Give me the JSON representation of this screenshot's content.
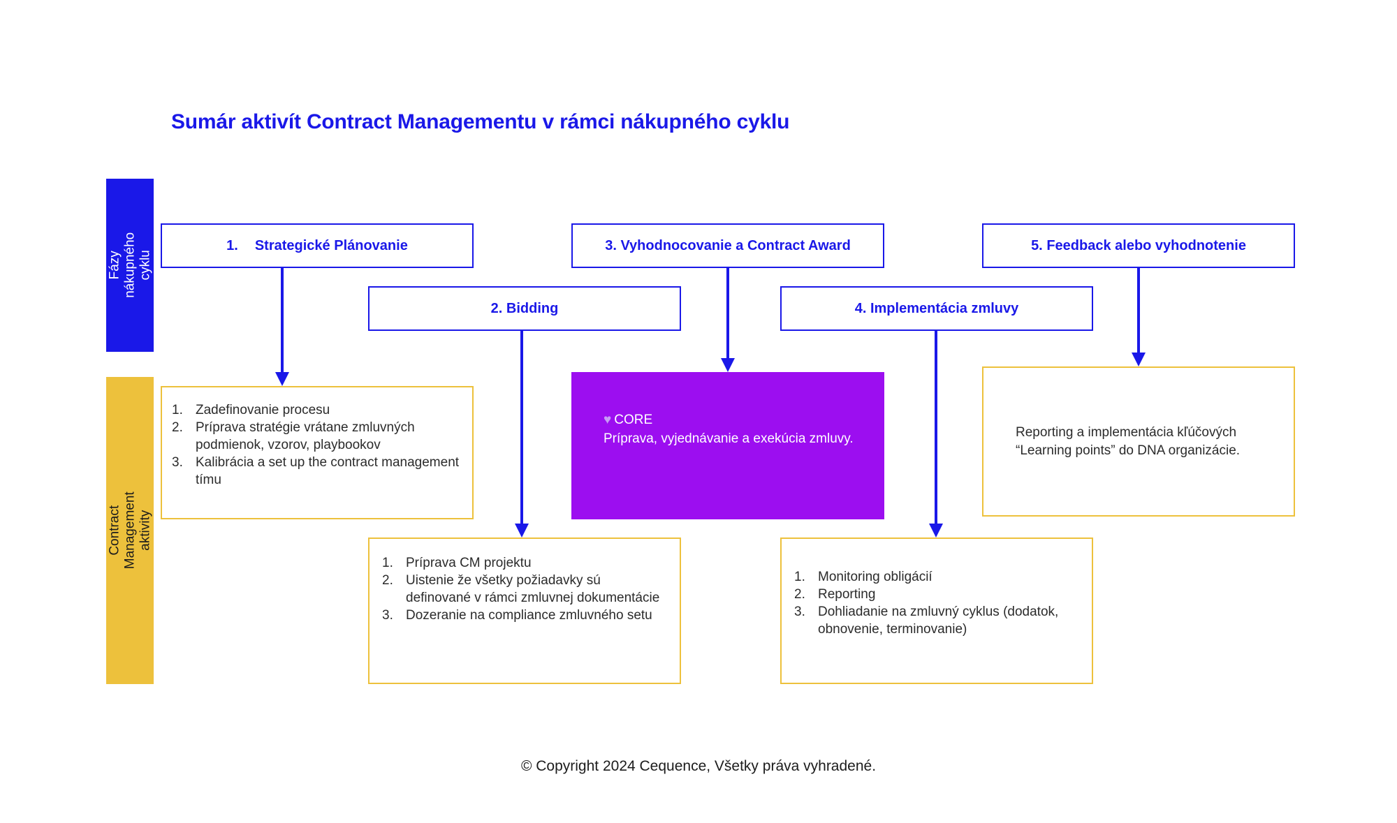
{
  "page": {
    "title": "Sumár aktivít Contract Managementu v rámci nákupného cyklu",
    "background": "#ffffff"
  },
  "colors": {
    "brand_blue": "#1a18e8",
    "accent_yellow": "#edc13c",
    "core_purple": "#9c0ef0",
    "body_text": "#2b2b2b",
    "white": "#ffffff"
  },
  "bands": {
    "phases": {
      "label": "Fázy nákupného\ncyklu",
      "background": "#1a18e8",
      "text_color": "#ffffff"
    },
    "activities": {
      "label": "Contract Management aktivity",
      "background": "#edc13c",
      "text_color": "#1c1c1c"
    }
  },
  "phases": [
    {
      "index": "1.",
      "label": "Strategické Plánovanie"
    },
    {
      "index": "2.",
      "label": "Bidding"
    },
    {
      "index": "3.",
      "label": "Vyhodnocovanie a Contract Award"
    },
    {
      "index": "4.",
      "label": "Implementácia zmluvy"
    },
    {
      "index": "5.",
      "label": "Feedback alebo vyhodnotenie"
    }
  ],
  "activities": {
    "strategic_planning": {
      "items": [
        {
          "marker": "1.",
          "text": "Zadefinovanie procesu"
        },
        {
          "marker": "2.",
          "text": "Príprava stratégie vrátane zmluvných podmienok, vzorov, playbookov"
        },
        {
          "marker": "3.",
          "text": "Kalibrácia a set up the contract management tímu"
        }
      ]
    },
    "bidding": {
      "items": [
        {
          "marker": "1.",
          "text": "Príprava CM projektu"
        },
        {
          "marker": "2.",
          "text": "Uistenie že všetky požiadavky sú definované  v rámci zmluvnej dokumentácie"
        },
        {
          "marker": "3.",
          "text": "Dozeranie na compliance zmluvného setu"
        }
      ]
    },
    "implementation": {
      "items": [
        {
          "marker": "1.",
          "text": "Monitoring obligácií"
        },
        {
          "marker": "2.",
          "text": "Reporting"
        },
        {
          "marker": "3.",
          "text": "Dohliadanie na zmluvný cyklus (dodatok, obnovenie, terminovanie)"
        }
      ]
    },
    "feedback": {
      "text": "Reporting a implementácia kľúčových “Learning points” do DNA organizácie."
    },
    "core": {
      "heart": "♥",
      "heading": "CORE",
      "body": "Príprava, vyjednávanie a exekúcia zmluvy."
    }
  },
  "footer": {
    "copyright": "© Copyright 2024 Cequence, Všetky práva vyhradené."
  }
}
